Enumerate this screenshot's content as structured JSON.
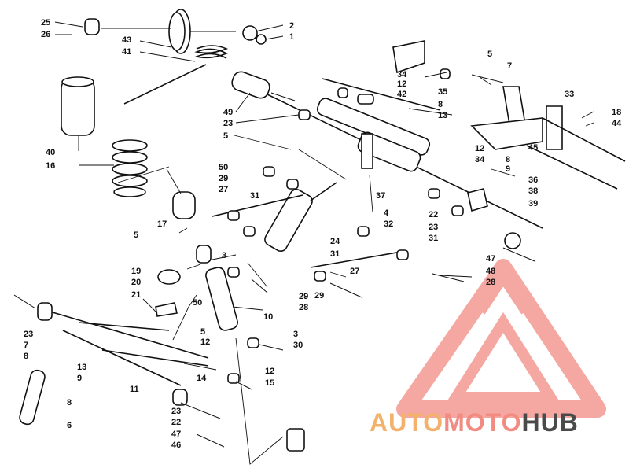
{
  "labels": [
    "25",
    "26",
    "43",
    "41",
    "2",
    "1",
    "40",
    "16",
    "49",
    "23",
    "5",
    "34",
    "12",
    "42",
    "35",
    "8",
    "13",
    "7",
    "33",
    "18",
    "44",
    "50",
    "29",
    "27",
    "31",
    "37",
    "12",
    "34",
    "45",
    "8",
    "9",
    "36",
    "17",
    "5",
    "4",
    "32",
    "22",
    "23",
    "38",
    "39",
    "24",
    "3",
    "19",
    "20",
    "21",
    "31",
    "27",
    "47",
    "48",
    "28",
    "29",
    "28",
    "50",
    "10",
    "5",
    "12",
    "23",
    "7",
    "8",
    "13",
    "9",
    "11",
    "14",
    "12",
    "15",
    "3",
    "30",
    "8",
    "6",
    "23",
    "22",
    "47",
    "46",
    "5",
    "29",
    "31"
  ],
  "watermark": {
    "part1": "AUTO",
    "part2": "MOTO",
    "part3": "HUB",
    "colors": {
      "orange": "#f2b26b",
      "salmon": "#f28b82",
      "gray": "#4a4a4a"
    }
  }
}
